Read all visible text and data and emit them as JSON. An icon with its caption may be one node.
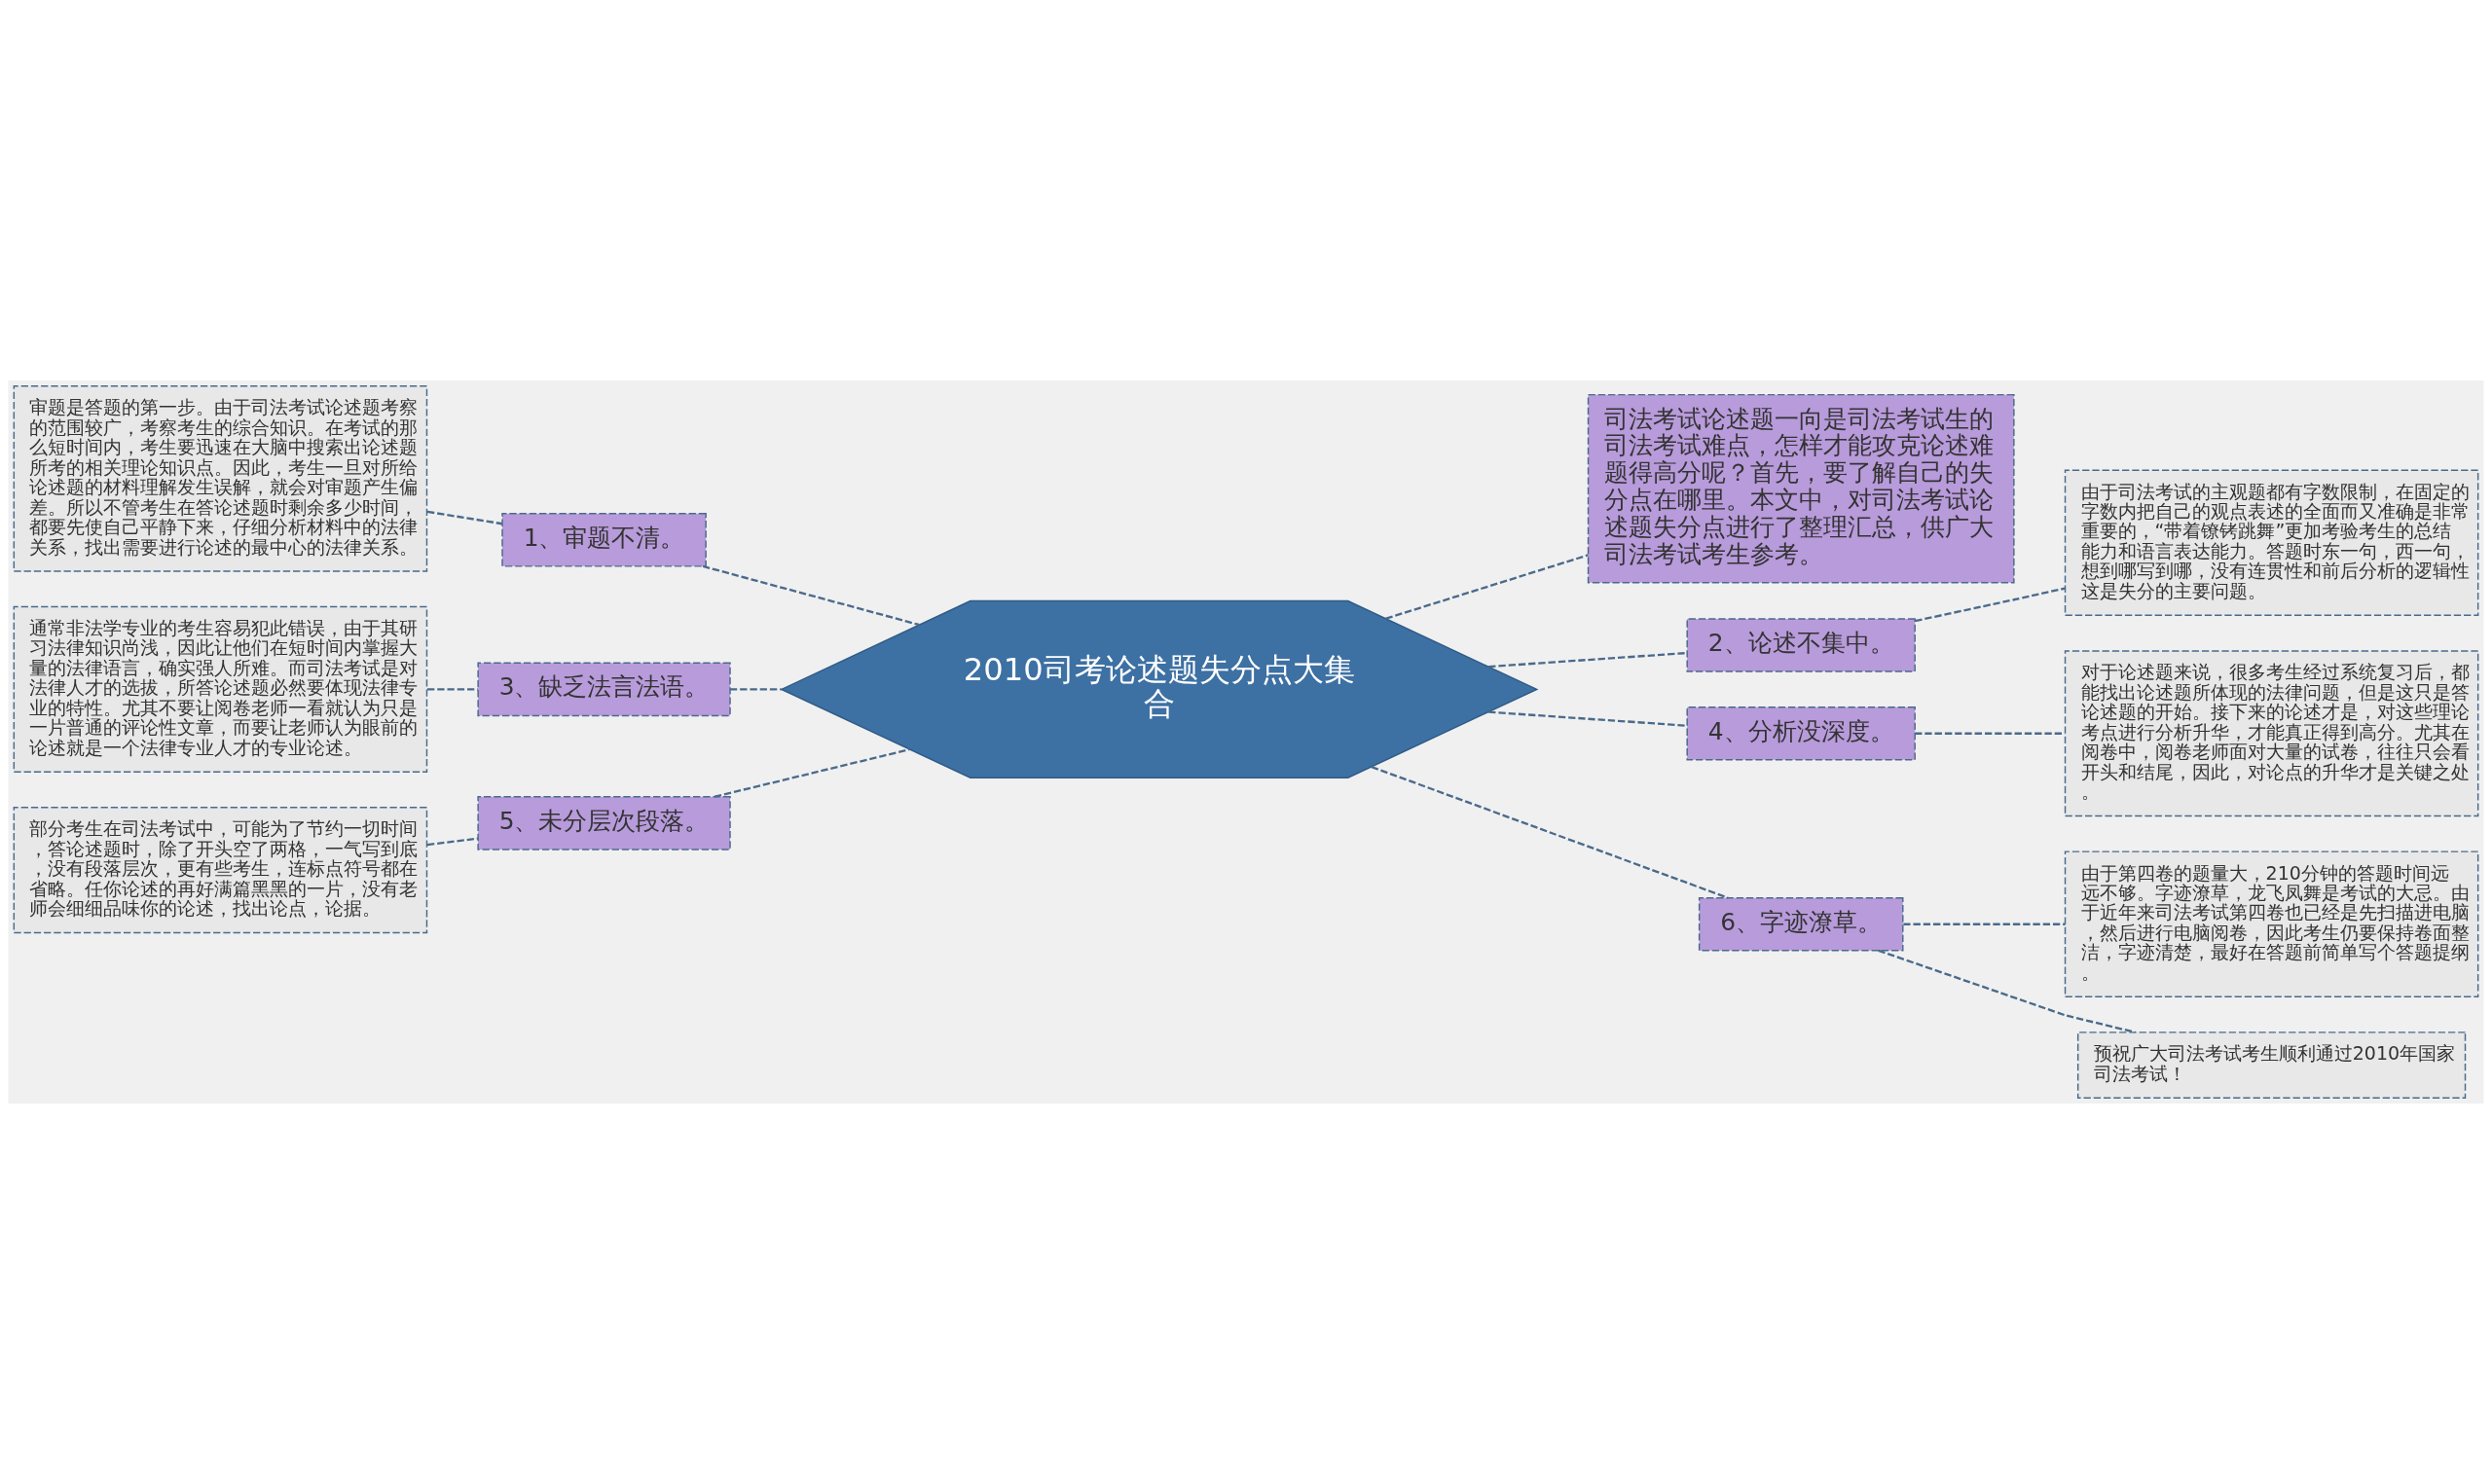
{
  "diagram": {
    "nodes": [
      {
        "text": [
          "2010司考论述题失分点大集合"
        ]
      },
      {
        "text": [
          "1、审题不清。"
        ]
      },
      {
        "text": [
          "审题是答题的第一步。由于司法考试论述题考察的范围较广，考察考生的综合知识。在考试的那么短时间内，考生要迅速在大脑中搜索出论述题所考的相关理论知识点。因此，考生一旦对所给论述题的材料理解发生误解，就会对审题产生偏差。所以不管考生在答论述题时剩余多少时间，都要先使自己平静下来，仔细分析材料中的法律关系，找出需要进行论述的最中心的法律关系。"
        ]
      },
      {
        "text": [
          "3、缺乏法言法语。"
        ]
      },
      {
        "text": [
          "通常非法学专业的考生容易犯此错误，由于其研习法律知识尚浅，因此让他们在短时间内掌握大量的法律语言，确实强人所难。而司法考试是对法律人才的选拔，所答论述题必然要体现法律专业的特性。尤其不要让阅卷老师一看就认为只是一片普通的评论性文章，而要让老师认为眼前的论述就是一个法律专业人才的专业论述。"
        ]
      },
      {
        "text": [
          "5、未分层次段落。"
        ]
      },
      {
        "text": [
          "部分考生在司法考试中，可能为了节约一切时间，答论述题时，除了开头空了两格，一气写到底，没有段落层次，更有些考生，连标点符号都在省略。任你论述的再好满篇黑黑的一片，没有老师会细细品味你的论述，找出论点，论据。"
        ]
      },
      {
        "text": [
          "司法考试论述题一向是司法考试生的司法考试难点，怎样才能攻克论述难题得高分呢？首先，要了解自己的失分点在哪里。本文中，对司法考试论述题失分点进行了整理汇总，供广大司法考试考生参考。"
        ]
      },
      {
        "text": [
          "2、论述不集中。"
        ]
      },
      {
        "text": [
          "由于司法考试的主观题都有字数限制，在固定的字数内把自己的观点表述的全面而又准确是非常重要的，“带着镣铐跳舞”更加考验考生的总结能力和语言表达能力。答题时东一句，西一句，想到哪写到哪，没有连贯性和前后分析的逻辑性这是失分的主要问题。"
        ]
      },
      {
        "text": [
          "4、分析没深度。"
        ]
      },
      {
        "text": [
          "对于论述题来说，很多考生经过系统复习后，都能找出论述题所体现的法律问题，但是这只是答论述题的开始。接下来的论述才是，对这些理论考点进行分析升华，才能真正得到高分。尤其在阅卷中，阅卷老师面对大量的试卷，往往只会看开头和结尾，因此，对论点的升华才是关键之处。"
        ]
      },
      {
        "text": [
          "6、字迹潦草。"
        ]
      },
      {
        "text": [
          "由于第四卷的题量大，210分钟的答题时间远远不够。字迹潦草，龙飞凤舞是考试的大忌。由于近年来司法考试第四卷也已经是先扫描进电脑，然后进行电脑阅卷，因此考生仍要保持卷面整洁，字迹清楚，最好在答题前简单写个答题提纲。"
        ]
      },
      {
        "text": [
          "预祝广大司法考试考生顺利通过2010年国家司法考试！"
        ]
      }
    ],
    "edges": [
      {
        "from": 0,
        "to": 1,
        "arrow": "none",
        "style": "dashed"
      },
      {
        "from": 1,
        "to": 2,
        "arrow": "none",
        "style": "dashed"
      },
      {
        "from": 0,
        "to": 3,
        "arrow": "none",
        "style": "dashed"
      },
      {
        "from": 3,
        "to": 4,
        "arrow": "none",
        "style": "dashed"
      },
      {
        "from": 0,
        "to": 5,
        "arrow": "none",
        "style": "dashed"
      },
      {
        "from": 5,
        "to": 6,
        "arrow": "none",
        "style": "dashed"
      },
      {
        "from": 0,
        "to": 7,
        "arrow": "none",
        "style": "dashed"
      },
      {
        "from": 0,
        "to": 8,
        "arrow": "none",
        "style": "dashed"
      },
      {
        "from": 8,
        "to": 9,
        "arrow": "none",
        "style": "dashed"
      },
      {
        "from": 0,
        "to": 10,
        "arrow": "none",
        "style": "dashed"
      },
      {
        "from": 10,
        "to": 11,
        "arrow": "none",
        "style": "dashed"
      },
      {
        "from": 0,
        "to": 12,
        "arrow": "none",
        "style": "dashed"
      },
      {
        "from": 12,
        "to": 13,
        "arrow": "none",
        "style": "dashed"
      },
      {
        "from": 12,
        "to": 14,
        "arrow": "none",
        "style": "dashed"
      }
    ]
  }
}
